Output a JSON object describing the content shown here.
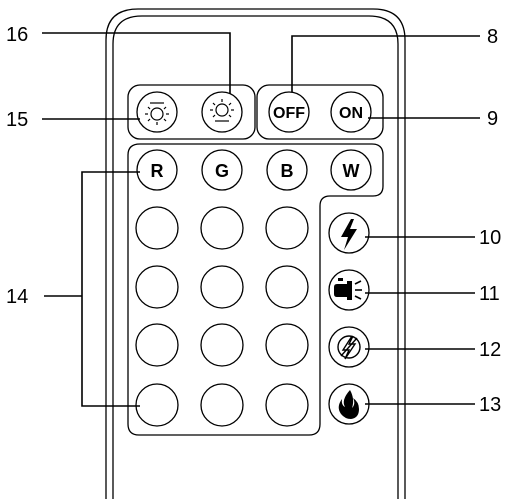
{
  "remote": {
    "power": {
      "off_label": "OFF",
      "on_label": "ON"
    },
    "color_keys": [
      {
        "label": "R"
      },
      {
        "label": "G"
      },
      {
        "label": "B"
      },
      {
        "label": "W"
      }
    ],
    "brightness": {
      "up_icon": "sun-up-icon",
      "down_icon": "sun-down-icon"
    },
    "mode_icons": [
      "flash-icon",
      "strobe-icon",
      "fade-icon",
      "smooth-icon"
    ],
    "blank_key_count": 12
  },
  "callouts": {
    "c8": "8",
    "c9": "9",
    "c10": "10",
    "c11": "11",
    "c12": "12",
    "c13": "13",
    "c14": "14",
    "c15": "15",
    "c16": "16"
  },
  "colors": {
    "stroke": "#000000",
    "background": "#ffffff"
  }
}
